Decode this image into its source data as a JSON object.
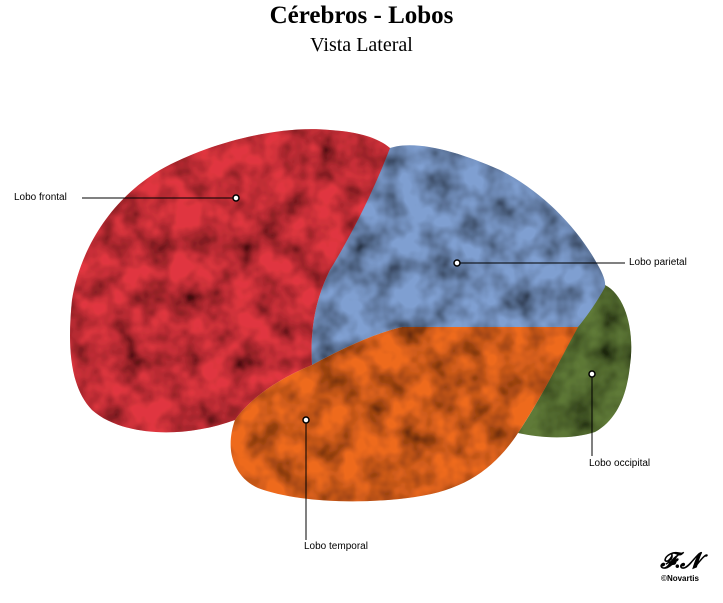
{
  "title": "Cérebros - Lobos",
  "subtitle": "Vista Lateral",
  "lobes": {
    "frontal": {
      "label": "Lobo frontal",
      "color": "#e0363f"
    },
    "parietal": {
      "label": "Lobo parietal",
      "color": "#7f9fd1"
    },
    "temporal": {
      "label": "Lobo temporal",
      "color": "#ee6a1f"
    },
    "occipital": {
      "label": "Lobo occipital",
      "color": "#5f7a37"
    }
  },
  "signature": {
    "copyright": "©Novartis"
  }
}
